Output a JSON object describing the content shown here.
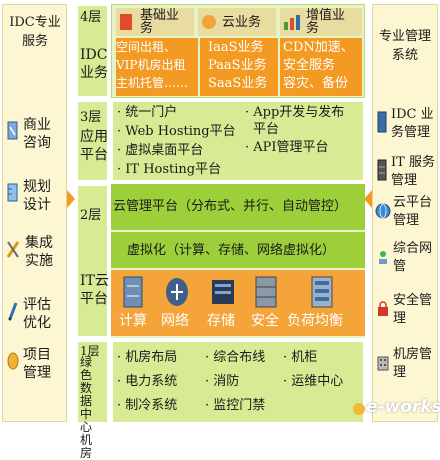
{
  "left_panel": {
    "title": "IDC专业服务",
    "items": [
      {
        "label": "商业咨询",
        "icon": "magnifier-icon"
      },
      {
        "label": "规划设计",
        "icon": "ruler-icon"
      },
      {
        "label": "集成实施",
        "icon": "tools-icon"
      },
      {
        "label": "评估优化",
        "icon": "pen-icon"
      },
      {
        "label": "项目管理",
        "icon": "coin-icon"
      }
    ]
  },
  "right_panel": {
    "title": "专业管理系统",
    "items": [
      {
        "label": "IDC 业务管理",
        "icon": "server-icon"
      },
      {
        "label": "IT 服务管理",
        "icon": "database-icon"
      },
      {
        "label": "云平台管理",
        "icon": "globe-icon"
      },
      {
        "label": "综合网管",
        "icon": "network-icon"
      },
      {
        "label": "安全管理",
        "icon": "lock-icon"
      },
      {
        "label": "机房管理",
        "icon": "building-icon"
      }
    ]
  },
  "layers": {
    "l4": {
      "num": "4层",
      "name": "IDC业务",
      "tabs": [
        "基础业务",
        "云业务",
        "增值业务"
      ],
      "boxes": [
        [
          "空间出租、",
          "VIP机房出租",
          "主机托管……"
        ],
        [
          "IaaS业务",
          "PaaS业务",
          "SaaS业务"
        ],
        [
          "CDN加速、",
          "安全服务",
          "容灾、备份"
        ]
      ]
    },
    "l3": {
      "num": "3层",
      "name": "应用平台",
      "left": [
        "· 统一门户",
        "· Web Hosting平台",
        "· 虚拟桌面平台",
        "· IT Hosting平台"
      ],
      "right": [
        "· App开发与发布",
        "平台",
        "· API管理平台"
      ]
    },
    "l2": {
      "num": "2层",
      "name": "IT云平台",
      "cloud_mgmt": "云管理平台（分布式、并行、自动管控）",
      "virt": "虚拟化（计算、存储、网络虚拟化）",
      "resources": [
        {
          "label": "计算",
          "icon": "server-rack-icon"
        },
        {
          "label": "网络",
          "icon": "router-icon"
        },
        {
          "label": "存储",
          "icon": "storage-icon"
        },
        {
          "label": "安全",
          "icon": "firewall-icon"
        },
        {
          "label": "负荷均衡",
          "icon": "load-balancer-icon"
        }
      ]
    },
    "l1": {
      "num": "1层",
      "name": "绿色数据中心机房",
      "col1": [
        "· 机房布局",
        "· 电力系统",
        "· 制冷系统"
      ],
      "col2": [
        "· 综合布线",
        "· 消防",
        "· 监控门禁"
      ],
      "col3": [
        "· 机柜",
        "· 运维中心"
      ]
    }
  },
  "watermark": "e-works",
  "colors": {
    "green_dark": "#9ccf3a",
    "green_light": "#d6eb93",
    "orange": "#f39a23",
    "side": "#fdf6d3",
    "blue": "#2e6fb0"
  }
}
